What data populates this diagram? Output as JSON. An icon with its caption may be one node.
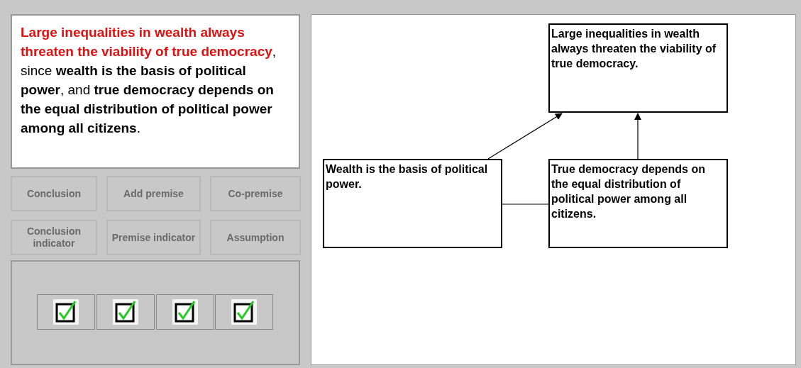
{
  "diagram": {
    "nodes": [
      {
        "text": [
          "**Large inequalities in wealth always threaten the viability of true democracy**, since **wealth is the basis of political power**, and **true democracy depends on the equal distribution of political power among all citizens**."
        ]
      },
      {
        "text": [
          "Large inequalities in wealth always threaten the viability of true democracy."
        ]
      },
      {
        "text": [
          "Wealth is the basis of political power."
        ]
      },
      {
        "text": [
          "True democracy depends on the equal distribution of political power among all citizens."
        ]
      }
    ],
    "edges": [
      {
        "from": 2,
        "to": 1,
        "arrow": "to"
      },
      {
        "from": 3,
        "to": 1,
        "arrow": "to"
      },
      {
        "from": 2,
        "to": 3,
        "arrow": "none"
      }
    ],
    "labels": [
      "Conclusion",
      "Add premise",
      "Co-premise",
      "Conclusion indicator",
      "Premise indicator",
      "Assumption"
    ]
  }
}
